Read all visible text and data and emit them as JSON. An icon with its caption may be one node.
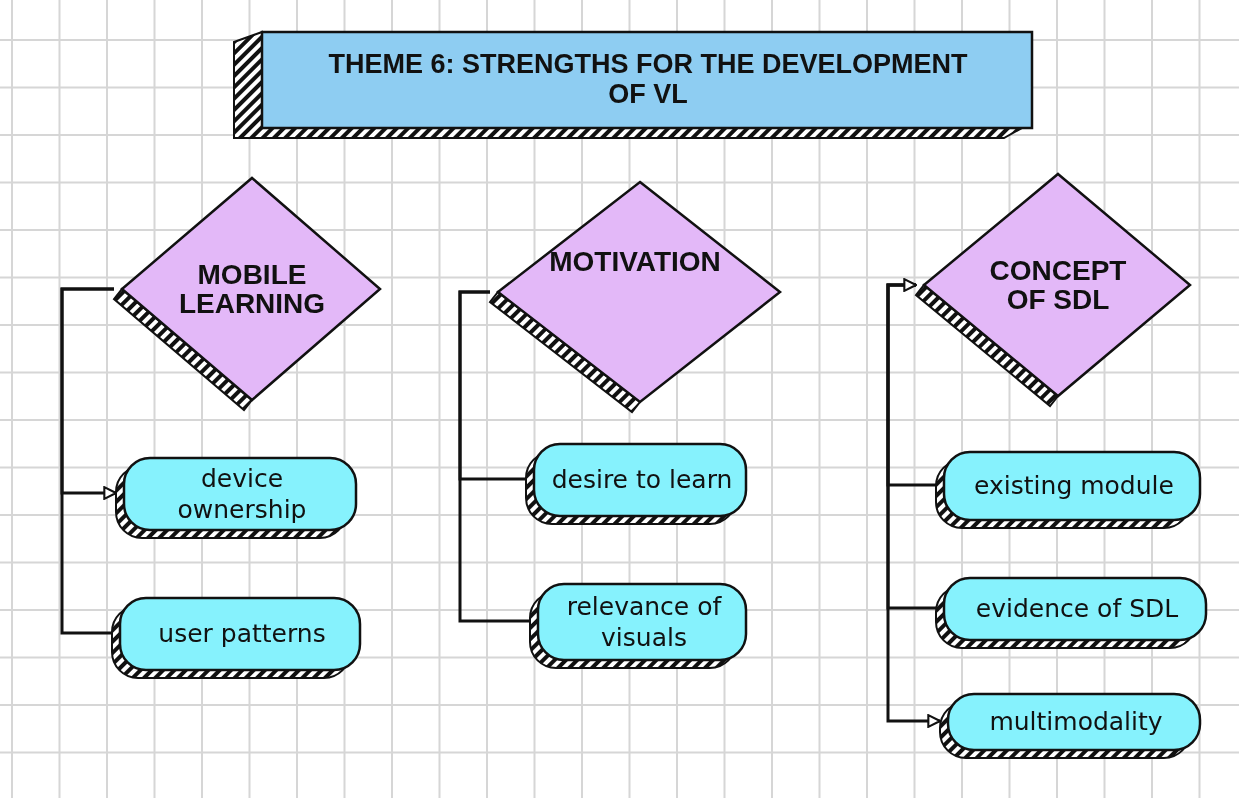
{
  "diagram": {
    "nodes": [
      {
        "text": [
          "THEME 6: STRENGTHS FOR THE DEVELOPMENT OF VL"
        ]
      },
      {
        "text": [
          "MOBILE LEARNING"
        ]
      },
      {
        "text": [
          "device ownership"
        ]
      },
      {
        "text": [
          "user patterns"
        ]
      },
      {
        "text": [
          "MOTIVATION"
        ]
      },
      {
        "text": [
          "desire to learn"
        ]
      },
      {
        "text": [
          "relevance of visuals"
        ]
      },
      {
        "text": [
          "CONCEPT OF SDL"
        ]
      },
      {
        "text": [
          "existing module"
        ]
      },
      {
        "text": [
          "evidence of SDL"
        ]
      },
      {
        "text": [
          "multimodality"
        ]
      }
    ],
    "edges": [
      {
        "from": 1,
        "to": 2,
        "arrow": "to"
      },
      {
        "from": 1,
        "to": 3,
        "arrow": "none"
      },
      {
        "from": 4,
        "to": 5,
        "arrow": "none"
      },
      {
        "from": 4,
        "to": 6,
        "arrow": "none"
      },
      {
        "from": 7,
        "to": 8,
        "arrow": "none"
      },
      {
        "from": 7,
        "to": 9,
        "arrow": "none"
      },
      {
        "from": 7,
        "to": 10,
        "arrow": "both"
      }
    ]
  }
}
